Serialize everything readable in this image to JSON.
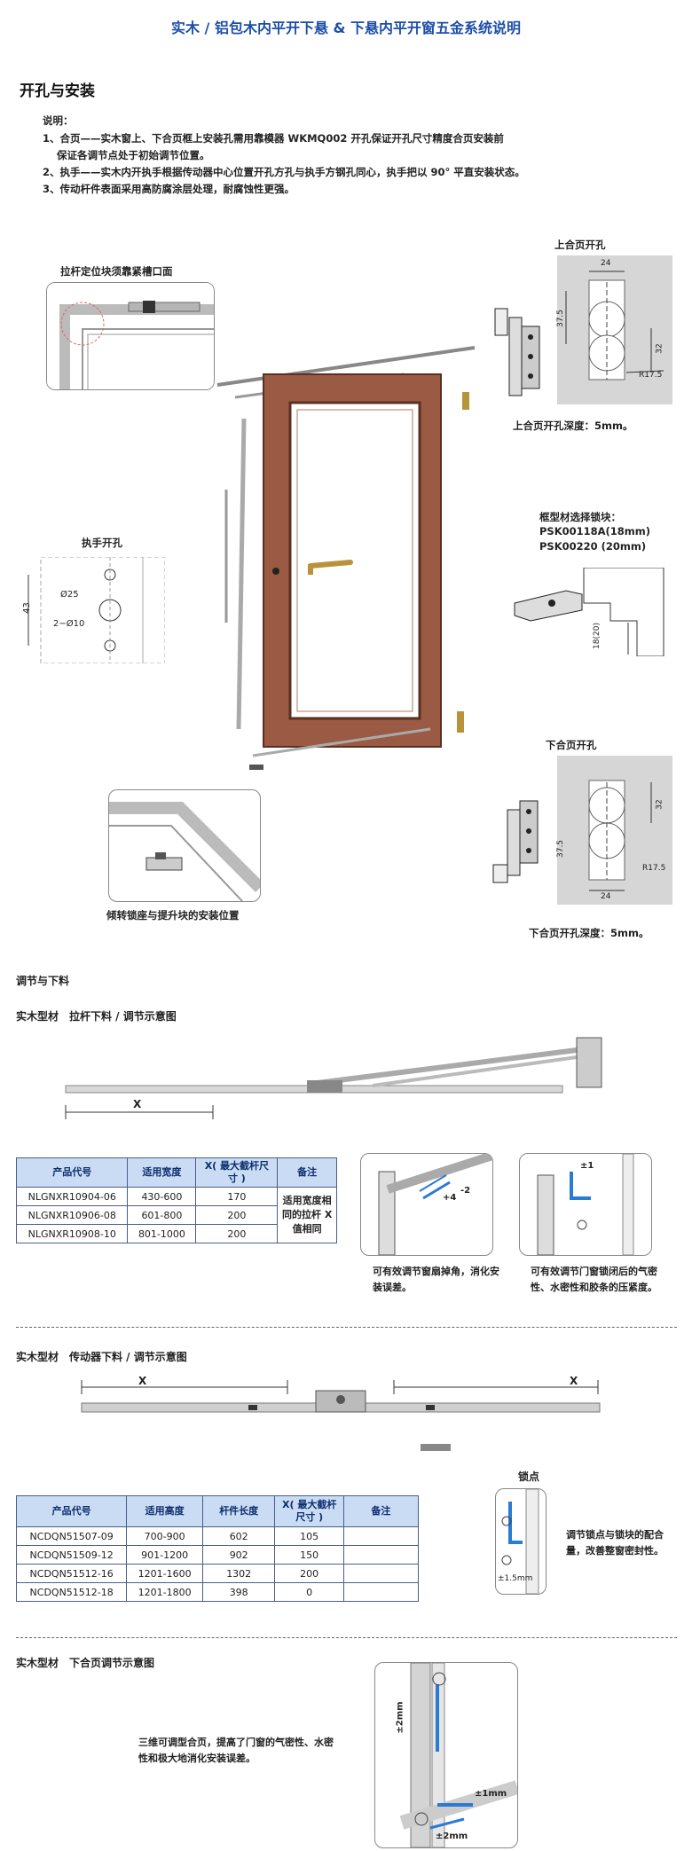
{
  "title": "实木 / 铝包木内平开下悬 & 下悬内平开窗五金系统说明",
  "section1": {
    "heading": "开孔与安装",
    "notes_title": "说明：",
    "notes": [
      "1、合页——实木窗上、下合页框上安装孔需用靠模器 WKMQ002 开孔保证开孔尺寸精度合页安装前",
      "保证各调节点处于初始调节位置。",
      "2、执手——实木内开执手根据传动器中心位置开孔方孔与执手方钢孔同心，执手把以 90° 平直安装状态。",
      "3、传动杆件表面采用高防腐涂层处理，耐腐蚀性更强。"
    ],
    "callout_positioning": "拉杆定位块须靠紧槽口面",
    "upper_hinge_title": "上合页开孔",
    "upper_hinge_depth": "上合页开孔深度：5mm。",
    "upper_dims": [
      "24",
      "37.5",
      "32",
      "R17.5"
    ],
    "handle_title": "执手开孔",
    "handle_dims": [
      "Ø25",
      "43",
      "2−Ø10"
    ],
    "lock_title": "框型材选择锁块：",
    "lock_items": [
      "PSK00118A(18mm)",
      "PSK00220 (20mm)"
    ],
    "lock_dim": "18(20)",
    "lower_hinge_title": "下合页开孔",
    "lower_hinge_depth": "下合页开孔深度：5mm。",
    "lower_dims": [
      "32",
      "37.5",
      "24",
      "R17.5"
    ],
    "tilt_lock_caption": "倾转锁座与提升块的安装位置"
  },
  "section2": {
    "heading": "调节与下料",
    "sub1": "实木型材　拉杆下料 / 调节示意图",
    "x_label": "X",
    "table1": {
      "headers": [
        "产品代号",
        "适用宽度",
        "X( 最大截杆尺寸 )",
        "备注"
      ],
      "rows": [
        [
          "NLGNXR10904-06",
          "430-600",
          "170"
        ],
        [
          "NLGNXR10906-08",
          "601-800",
          "200"
        ],
        [
          "NLGNXR10908-10",
          "801-1000",
          "200"
        ]
      ],
      "remark": "适用宽度相同的拉杆 X 值相同"
    },
    "adj1_caption": "可有效调节窗扇掉角，消化安装误差。",
    "adj1_labels": [
      "+4",
      "-2"
    ],
    "adj2_caption": "可有效调节门窗锁闭后的气密性、水密性和胶条的压紧度。",
    "adj2_labels": [
      "±1"
    ],
    "sub2": "实木型材　传动器下料 / 调节示意图",
    "table2": {
      "headers": [
        "产品代号",
        "适用高度",
        "杆件长度",
        "X( 最大截杆尺寸 )",
        "备注"
      ],
      "rows": [
        [
          "NCDQN51507-09",
          "700-900",
          "602",
          "105"
        ],
        [
          "NCDQN51509-12",
          "901-1200",
          "902",
          "150"
        ],
        [
          "NCDQN51512-16",
          "1201-1600",
          "1302",
          "200"
        ],
        [
          "NCDQN51512-18",
          "1201-1800",
          "398",
          "0"
        ]
      ]
    },
    "lockpoint_title": "锁点",
    "lockpoint_label": "±1.5mm",
    "lockpoint_caption": "调节锁点与锁块的配合量，改善整窗密封性。",
    "sub3": "实木型材　下合页调节示意图",
    "hinge_caption": "三维可调型合页，提高了门窗的气密性、水密性和极大地消化安装误差。",
    "hinge_labels": [
      "±2mm",
      "±1mm",
      "±2mm"
    ]
  },
  "colors": {
    "title_blue": "#1d4fa8",
    "table_header": "#c9dcf4",
    "door_wood": "#9a5a43",
    "handle_gold": "#b8933a"
  }
}
